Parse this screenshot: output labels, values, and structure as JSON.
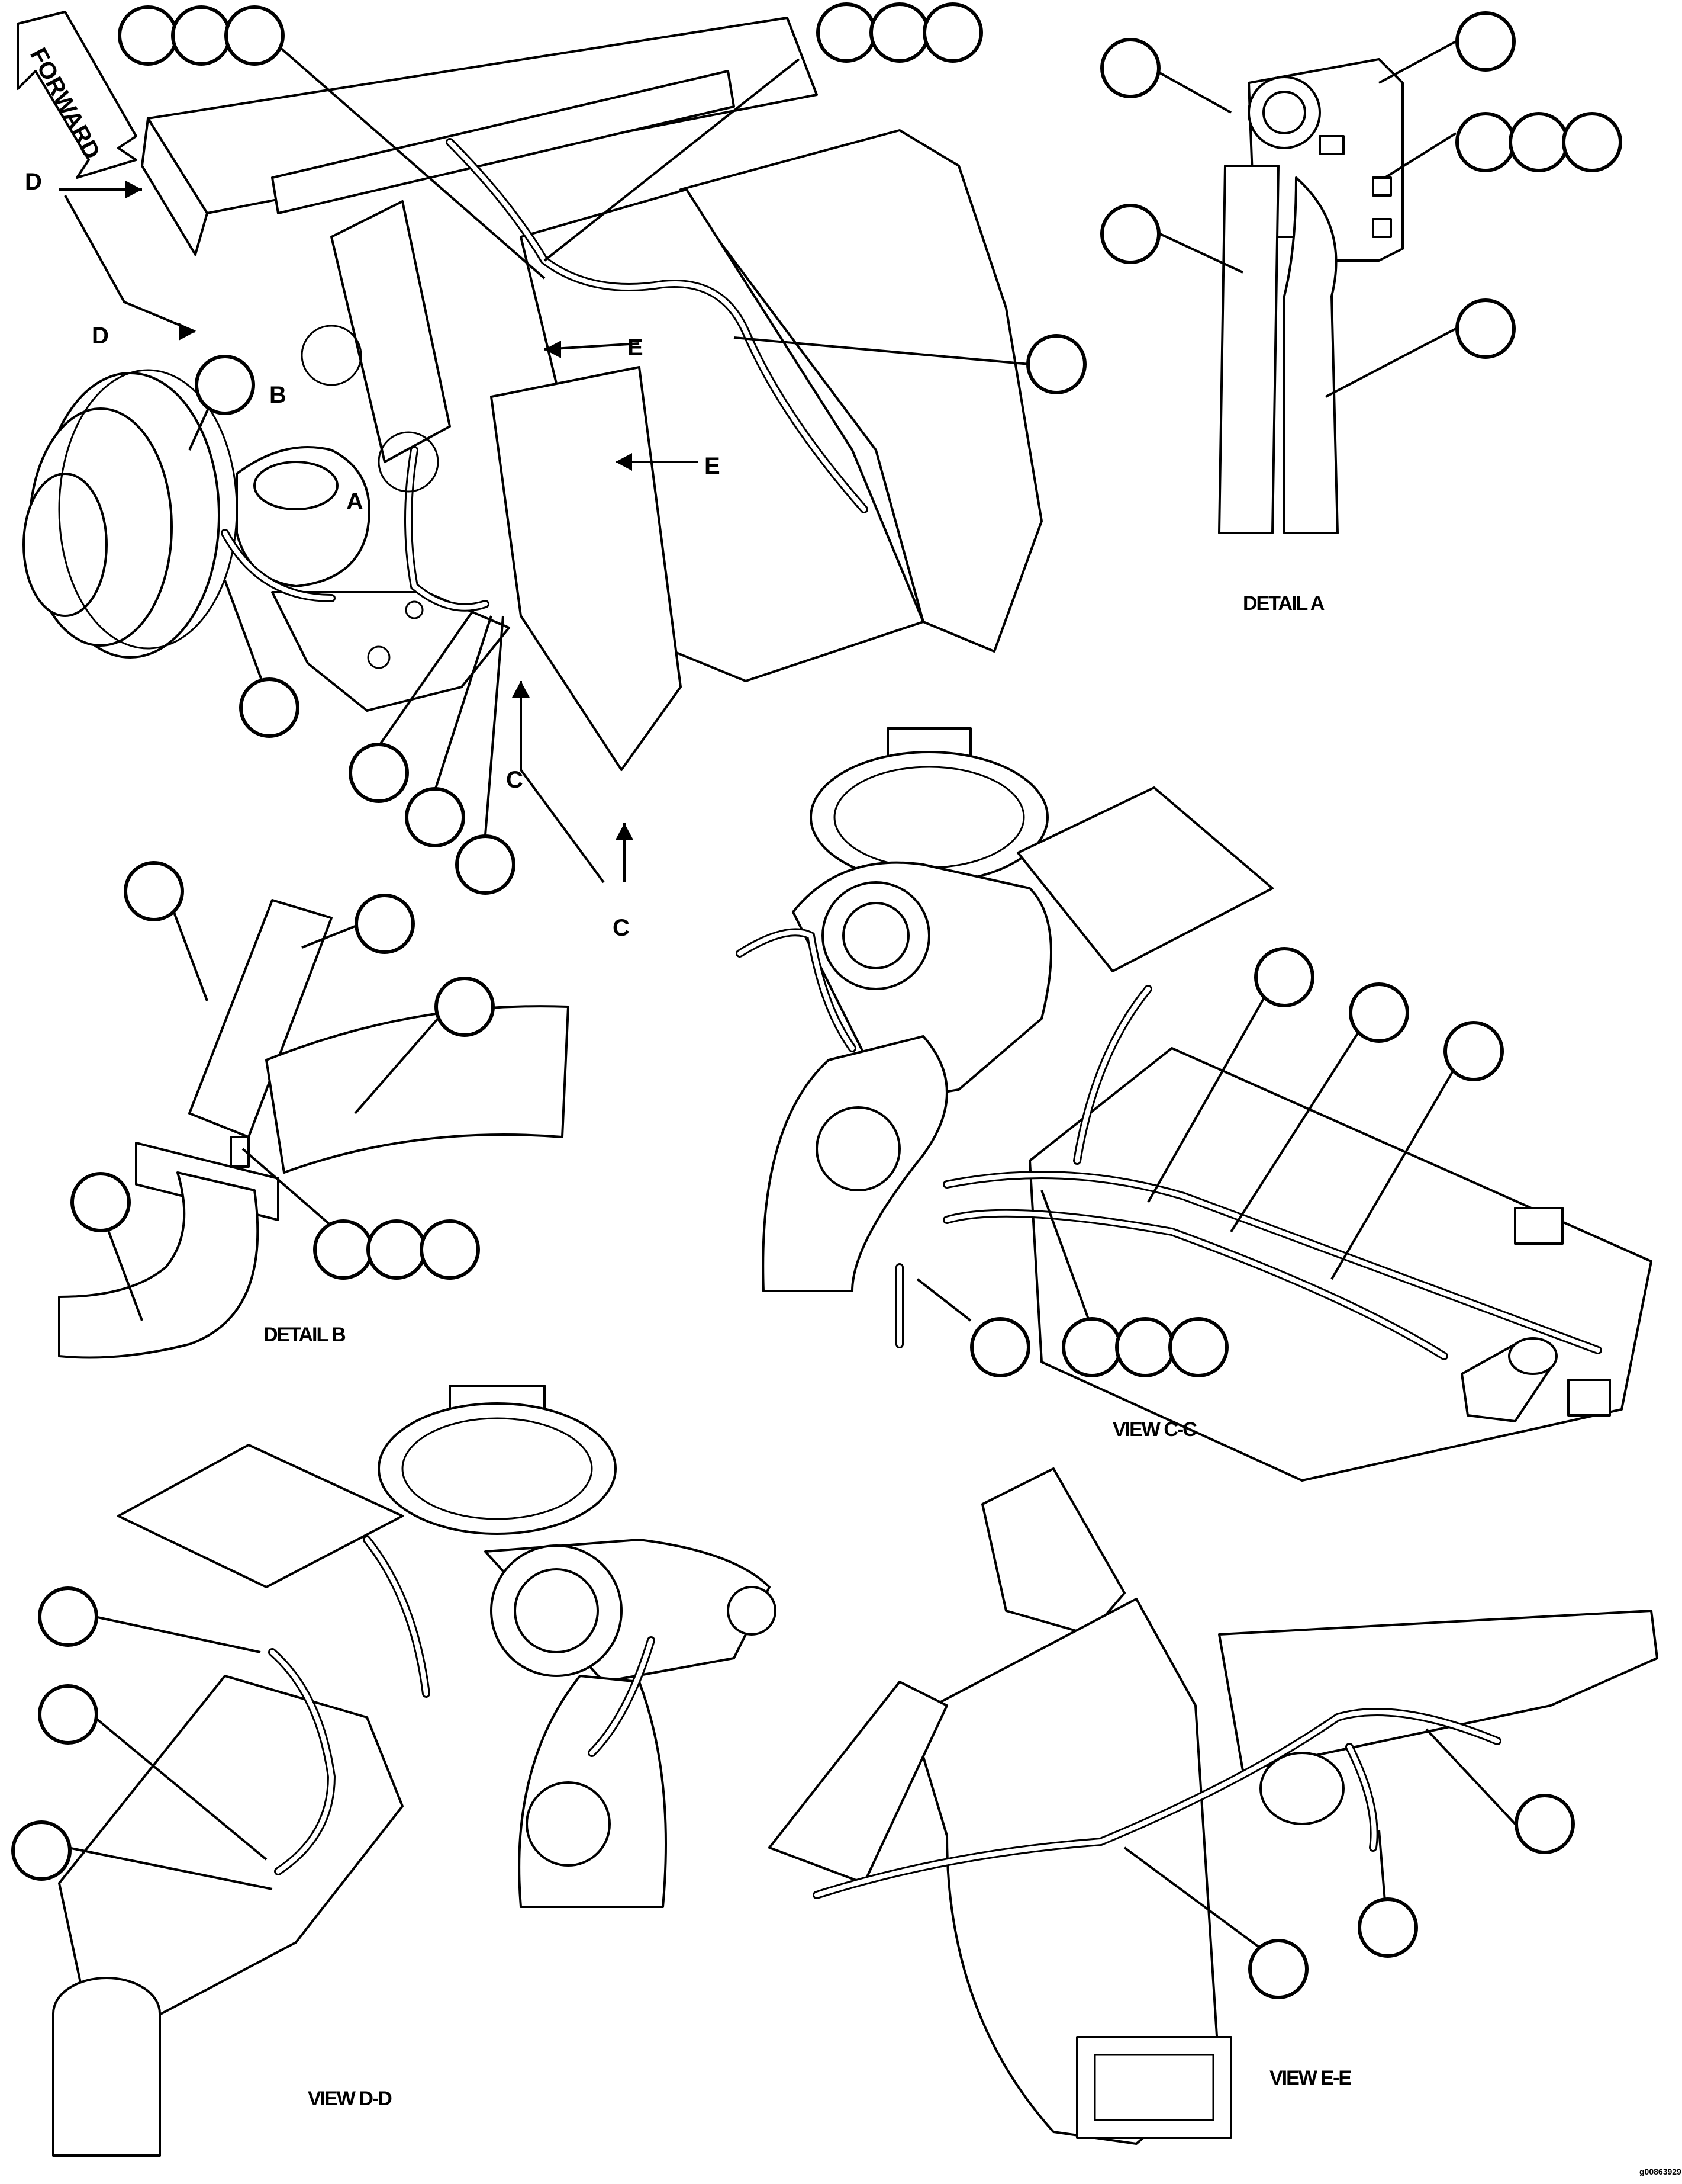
{
  "diagram": {
    "forward_arrow_label": "FORWARD",
    "section_letters": {
      "a": "A",
      "b": "B",
      "c": "C",
      "d": "D",
      "e": "E"
    },
    "captions": {
      "detail_a": "DETAIL A",
      "detail_b": "DETAIL B",
      "view_cc": "VIEW C-C",
      "view_dd": "VIEW D-D",
      "view_ee": "VIEW E-E"
    },
    "figure_code": "g00863929"
  }
}
